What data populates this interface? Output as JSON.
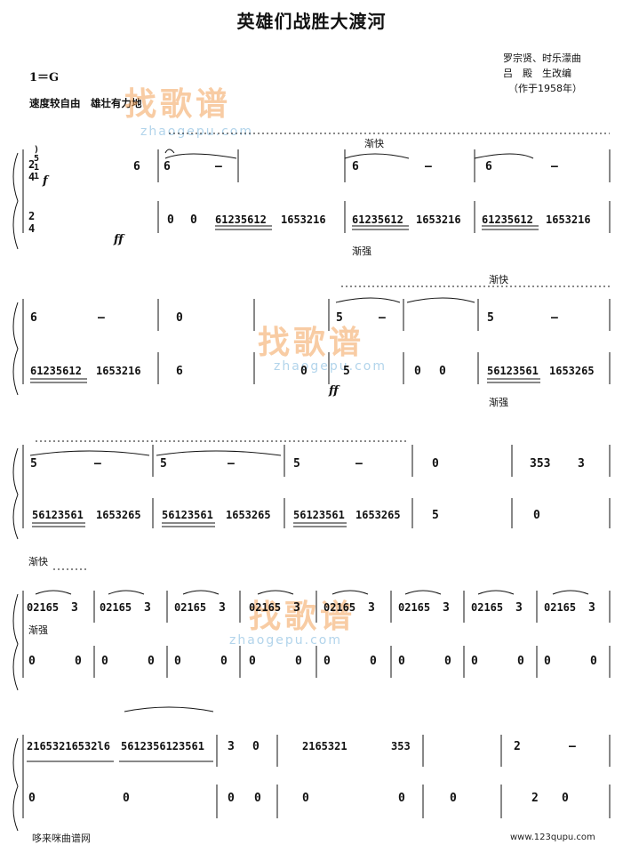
{
  "title": "英雄们战胜大渡河",
  "credit_line1": "罗宗贤、时乐濛曲",
  "credit_line2": "吕　殿　生改编",
  "credit_line3": "（作于1958年）",
  "key": "1＝G",
  "tempo": "速度较自由　雄壮有力地",
  "watermark_brand": "找歌谱",
  "watermark_url": "zhaogepu.com",
  "marks": {
    "accel": "渐快",
    "cresc": "渐强",
    "ff": "ff",
    "f": "f"
  },
  "footer_left": "哆来咪曲谱网",
  "footer_right": "www.123qupu.com",
  "systems": [
    {
      "upper": [
        "6",
        "6",
        "–",
        "6",
        "–",
        "6",
        "–"
      ],
      "lower": [
        "0",
        "0",
        "61235612",
        "1653216",
        "61235612",
        "1653216",
        "61235612",
        "1653216"
      ]
    },
    {
      "upper": [
        "6",
        "–",
        "0",
        "5",
        "–",
        "5",
        "–"
      ],
      "lower": [
        "61235612",
        "1653216",
        "6",
        "0",
        "5",
        "0",
        "0",
        "56123561",
        "1653265"
      ]
    },
    {
      "upper": [
        "5",
        "–",
        "5",
        "–",
        "5",
        "–",
        "0",
        "353",
        "3"
      ],
      "lower": [
        "56123561",
        "1653265",
        "56123561",
        "1653265",
        "56123561",
        "1653265",
        "5",
        "0"
      ]
    },
    {
      "upper": [
        "02165",
        "3",
        "02165",
        "3",
        "02165",
        "3",
        "02165",
        "3",
        "02165",
        "3",
        "02165",
        "3",
        "02165",
        "3",
        "02165",
        "3"
      ],
      "lower": [
        "0",
        "0",
        "0",
        "0",
        "0",
        "0",
        "0",
        "0",
        "0",
        "0",
        "0",
        "0",
        "0",
        "0",
        "0",
        "0"
      ]
    },
    {
      "upper": [
        "21653216532l6",
        "5612356123561",
        "3",
        "0",
        "2165321",
        "353",
        "2",
        "–"
      ],
      "lower": [
        "0",
        "0",
        "0",
        "0",
        "0",
        "0",
        "0",
        "2",
        "0"
      ]
    }
  ]
}
